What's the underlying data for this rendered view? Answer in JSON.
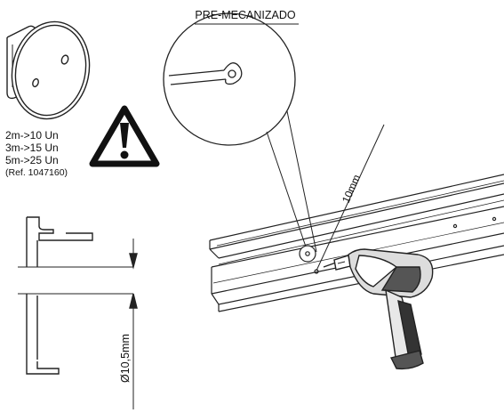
{
  "labels": {
    "premachined": "PRE-MECANIZADO",
    "drill_size": "10mm",
    "hole_diameter": "Ø10,5mm"
  },
  "quantities": [
    "2m->10 Un",
    "3m->15 Un",
    "5m->25 Un"
  ],
  "reference": "(Ref. 1047160)",
  "icons": {
    "warning": "warning-triangle-icon",
    "drill": "drill-icon",
    "cap": "end-cap-icon"
  }
}
